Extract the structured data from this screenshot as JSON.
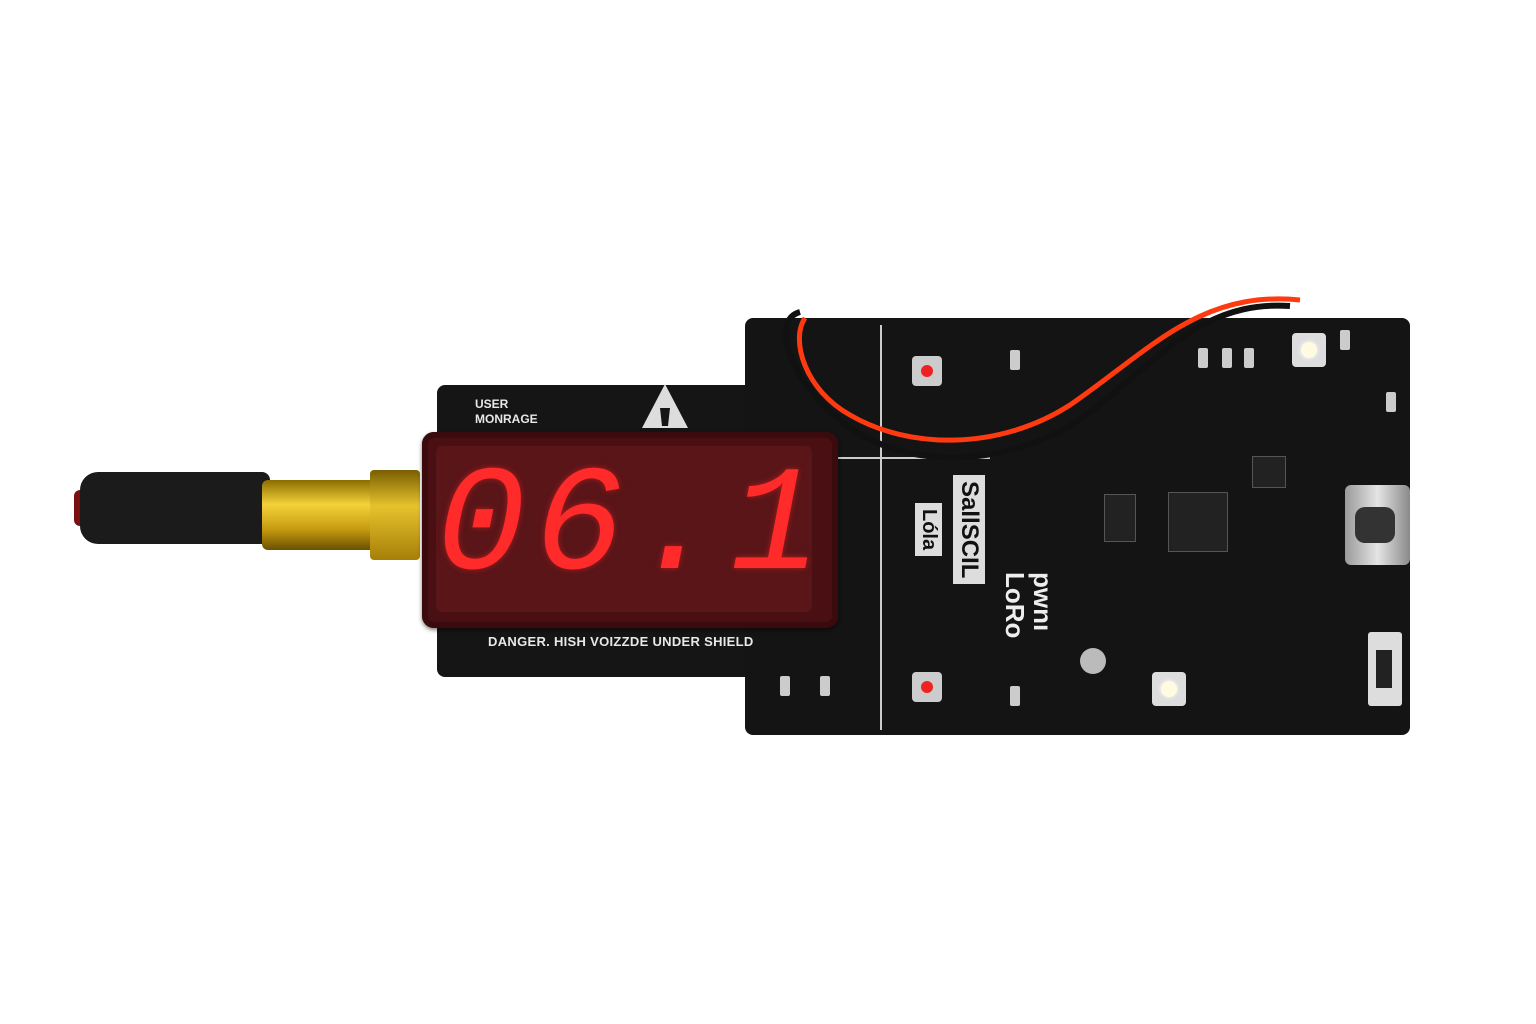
{
  "board": {
    "user_label_line1": "USER",
    "user_label_line2": "MONRAGE",
    "warning_label": "DANGER. HISH VOIZZDE UNDER SHIELD",
    "silk_label_1": "Lóla",
    "silk_label_2": "SallSCIL",
    "silk_label_3": "LoRo",
    "silk_label_4": "pwnı"
  },
  "display": {
    "value": "06.1",
    "segment_color": "#ff2a2a",
    "background_color": "#5a1518"
  },
  "icons": [
    "esd-warning-icon",
    "antenna",
    "sma-connector",
    "usb-c-port",
    "tactile-button",
    "led"
  ],
  "colors": {
    "pcb": "#141414",
    "wire_red": "#ff3a10",
    "wire_black": "#111111",
    "gold": "#e6c32d"
  }
}
